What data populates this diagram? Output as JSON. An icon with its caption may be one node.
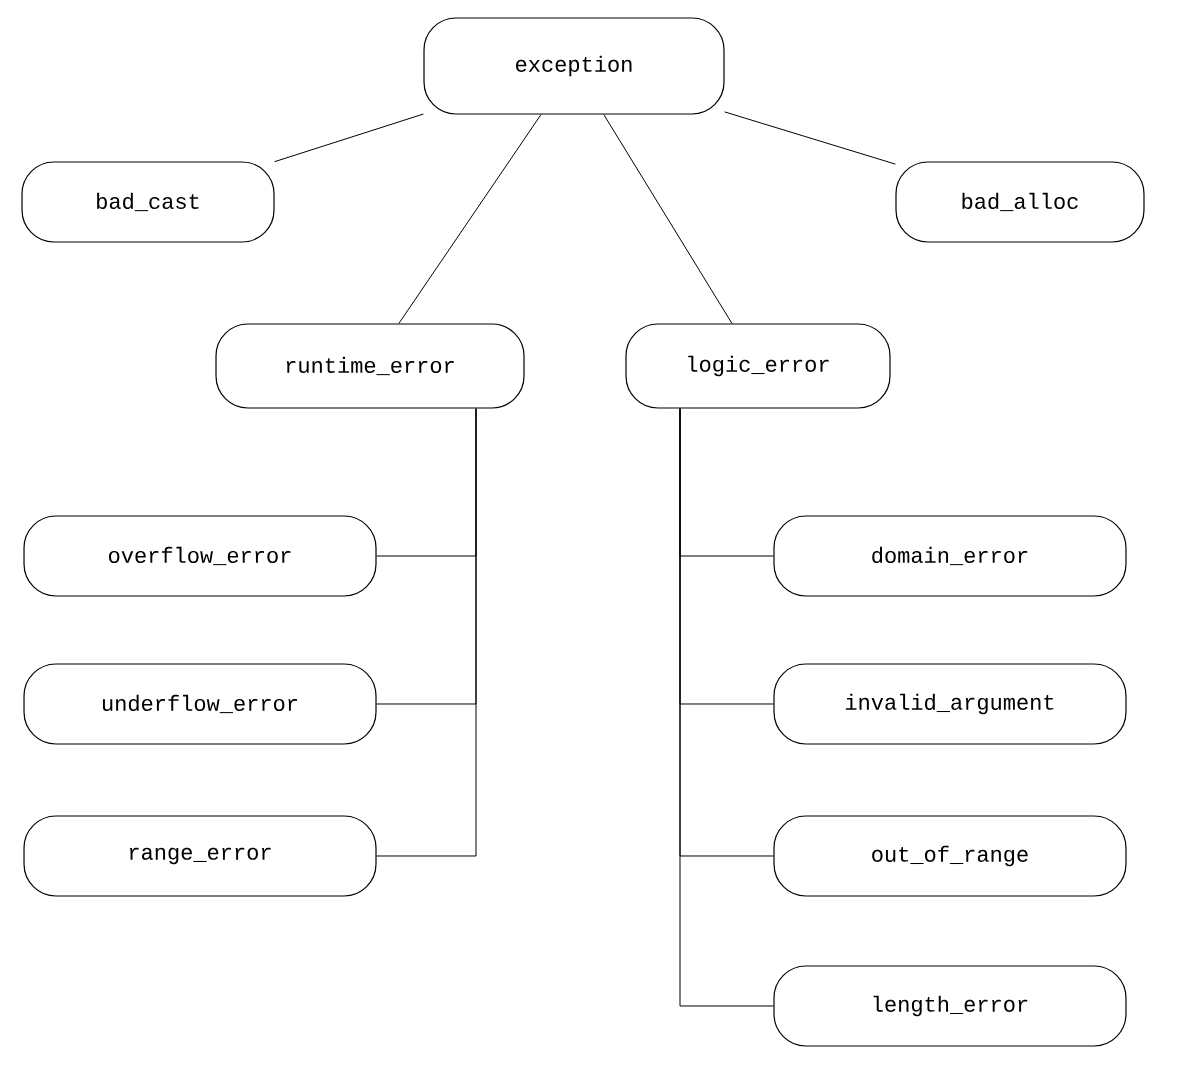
{
  "diagram": {
    "nodes": [
      {
        "text": [
          "exception"
        ]
      },
      {
        "text": [
          "bad_cast"
        ]
      },
      {
        "text": [
          "bad_alloc"
        ]
      },
      {
        "text": [
          "runtime_error"
        ]
      },
      {
        "text": [
          "logic_error"
        ]
      },
      {
        "text": [
          "overflow_error"
        ]
      },
      {
        "text": [
          "underflow_error"
        ]
      },
      {
        "text": [
          "range_error"
        ]
      },
      {
        "text": [
          "domain_error"
        ]
      },
      {
        "text": [
          "invalid_argument"
        ]
      },
      {
        "text": [
          "out_of_range"
        ]
      },
      {
        "text": [
          "length_error"
        ]
      }
    ],
    "edges": [
      {
        "from": 0,
        "to": 1,
        "arrow": "none"
      },
      {
        "from": 0,
        "to": 2,
        "arrow": "none"
      },
      {
        "from": 0,
        "to": 3,
        "arrow": "none"
      },
      {
        "from": 0,
        "to": 4,
        "arrow": "none"
      },
      {
        "from": 3,
        "to": 5,
        "arrow": "none"
      },
      {
        "from": 3,
        "to": 6,
        "arrow": "none"
      },
      {
        "from": 3,
        "to": 7,
        "arrow": "none"
      },
      {
        "from": 4,
        "to": 8,
        "arrow": "none"
      },
      {
        "from": 4,
        "to": 9,
        "arrow": "none"
      },
      {
        "from": 4,
        "to": 10,
        "arrow": "none"
      },
      {
        "from": 4,
        "to": 11,
        "arrow": "none"
      }
    ]
  }
}
